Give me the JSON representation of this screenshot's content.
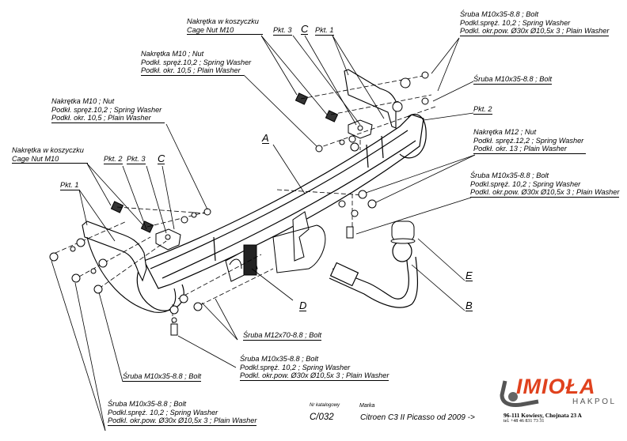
{
  "drawing": {
    "catalog_label": "Nr katalogowy",
    "catalog_number": "C/032",
    "brand_label": "Marka",
    "vehicle": "Citroen C3 II Picasso   od 2009 ->",
    "parts": {
      "A": "A",
      "B": "B",
      "C": "C",
      "D": "D",
      "E": "E"
    },
    "pkt": {
      "p1": "Pkt. 1",
      "p2": "Pkt. 2",
      "p3": "Pkt. 3"
    }
  },
  "callouts": {
    "cage_nut_top": [
      "Nakrętka w koszyczku",
      "Cage Nut  M10"
    ],
    "nut_m10_top": [
      "Nakrętka  M10 ; Nut",
      "Podkł. spręż.10,2 ; Spring Washer",
      "Podkł. okr. 10,5 ; Plain Washer"
    ],
    "bolt_top_right_set": [
      "Śruba M10x35-8.8   ;  Bolt",
      "Podkl.spręż. 10,2 ; Spring Washer",
      "Podkl. okr.pow. Ø30x Ø10,5x 3 ; Plain Washer"
    ],
    "bolt_top_right_single": [
      "Śruba M10x35-8.8   ;  Bolt"
    ],
    "nut_m10_left": [
      "Nakrętka  M10 ; Nut",
      "Podkł. spręż.10,2 ; Spring Washer",
      "Podkł. okr. 10,5 ; Plain Washer"
    ],
    "cage_nut_left": [
      "Nakrętka w koszyczku",
      "Cage Nut  M10"
    ],
    "nut_m12_right": [
      "Nakrętka  M12 ; Nut",
      "Podkł. spręż.12,2 ; Spring Washer",
      "Podkł. okr. 13 ; Plain Washer"
    ],
    "bolt_right_set": [
      "Śruba M10x35-8.8   ;  Bolt",
      "Podkl.spręż. 10,2 ; Spring Washer",
      "Podkl. okr.pow. Ø30x Ø10,5x 3   ; Plain Washer"
    ],
    "bolt_m12": [
      "Śruba M12x70-8.8   ;  Bolt"
    ],
    "bolt_bottom_set": [
      "Śruba M10x35-8.8   ;  Bolt",
      "Podkl.spręż. 10,2 ; Spring Washer",
      "Podkl. okr.pow. Ø30x Ø10,5x 3   ; Plain Washer"
    ],
    "bolt_bottom_left_single": [
      "Śruba M10x35-8.8   ;  Bolt"
    ],
    "bolt_bottom_left_set": [
      "Śruba M10x35-8.8   ;  Bolt",
      "Podkl.spręż. 10,2 ; Spring Washer",
      "Podkl. okr.pow. Ø30x Ø10,5x 3   ; Plain Washer"
    ]
  },
  "company": {
    "logo": "IMIOŁA",
    "sub": "HAKPOL",
    "address": "96-111 Kowiesy, Chojnata 23 A",
    "phone": "tel. +48 46 831 73 31",
    "brand_color": "#e0421e"
  }
}
